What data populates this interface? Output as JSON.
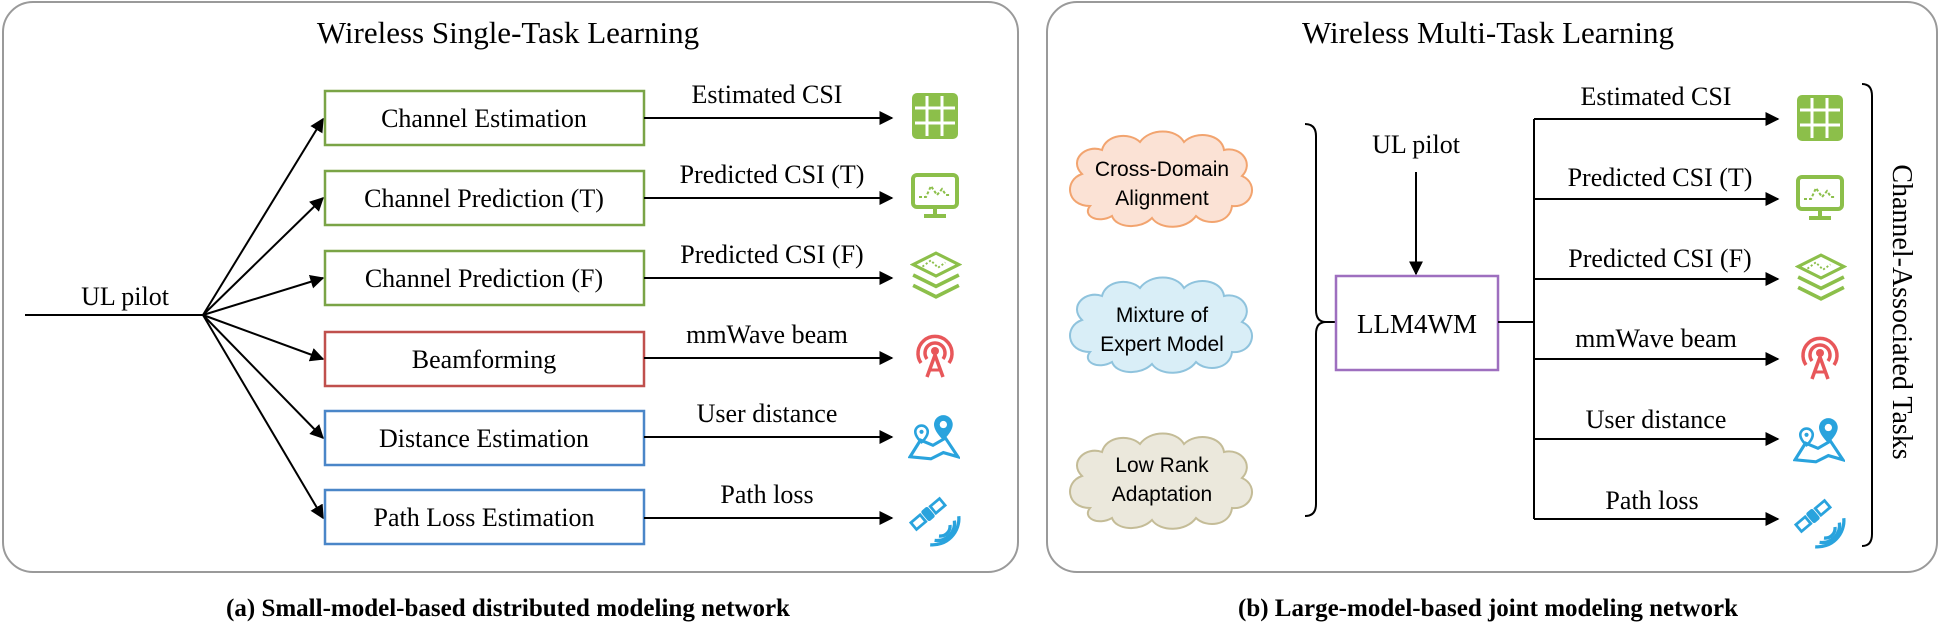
{
  "left_panel": {
    "title": "Wireless Single-Task Learning",
    "input_label": "UL pilot",
    "tasks": [
      {
        "label": "Channel Estimation",
        "output": "Estimated CSI",
        "icon": "grid-icon",
        "color": "#7aa446"
      },
      {
        "label": "Channel Prediction (T)",
        "output": "Predicted CSI (T)",
        "icon": "monitor-icon",
        "color": "#7aa446"
      },
      {
        "label": "Channel Prediction (F)",
        "output": "Predicted CSI (F)",
        "icon": "layers-icon",
        "color": "#7aa446"
      },
      {
        "label": "Beamforming",
        "output": "mmWave beam",
        "icon": "antenna-icon",
        "color": "#c0504d"
      },
      {
        "label": "Distance Estimation",
        "output": "User distance",
        "icon": "map-pin-icon",
        "color": "#4a86c8"
      },
      {
        "label": "Path Loss Estimation",
        "output": "Path loss",
        "icon": "satellite-icon",
        "color": "#4a86c8"
      }
    ],
    "caption": "(a) Small-model-based distributed modeling network"
  },
  "right_panel": {
    "title": "Wireless Multi-Task Learning",
    "input_label": "UL pilot",
    "model_label": "LLM4WM",
    "clouds": [
      {
        "line1": "Cross-Domain",
        "line2": "Alignment",
        "fill": "#fbe2d5",
        "stroke": "#f2a46f"
      },
      {
        "line1": "Mixture of",
        "line2": "Expert Model",
        "fill": "#d9eef7",
        "stroke": "#8fc3dd"
      },
      {
        "line1": "Low Rank",
        "line2": "Adaptation",
        "fill": "#ebe8dc",
        "stroke": "#c4bc97"
      }
    ],
    "outputs": [
      "Estimated CSI",
      "Predicted CSI (T)",
      "Predicted CSI (F)",
      "mmWave beam",
      "User distance",
      "Path loss"
    ],
    "side_label": "Channel-Associated Tasks",
    "caption": "(b) Large-model-based joint modeling network"
  },
  "colors": {
    "green": "#7aa446",
    "red": "#c0504d",
    "blue": "#4a86c8",
    "purple": "#9e6fbf",
    "icon_green": "#8cbf4a",
    "icon_red": "#e8575a",
    "icon_blue": "#29a3dd",
    "panel_border": "#9a9a9a"
  }
}
